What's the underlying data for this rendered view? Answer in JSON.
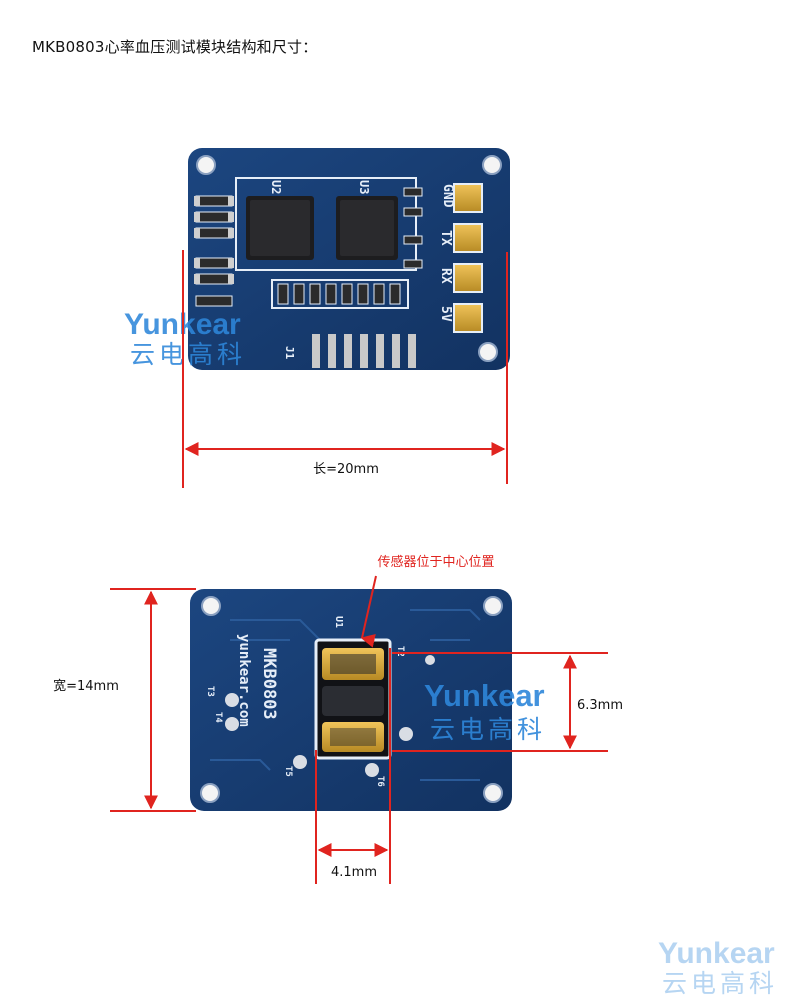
{
  "title": "MKB0803心率血压测试模块结构和尺寸：",
  "colors": {
    "dimension_red": "#e0241f",
    "pcb_blue": "#17386b",
    "silkscreen": "#e6eef8",
    "pad_gold": "#d7a63a",
    "watermark_blue": "#2d86d9"
  },
  "top_view": {
    "chip_labels": [
      "U2",
      "U3"
    ],
    "pin_labels": [
      "GND",
      "TX",
      "RX",
      "5V"
    ],
    "header_label": "J1",
    "length_label": "长=20mm"
  },
  "bottom_view": {
    "silk_text": [
      "MKB0803",
      "yunkear.com"
    ],
    "test_points": [
      "T3",
      "T4",
      "T5",
      "T6",
      "T2",
      "U1"
    ],
    "sensor_note": "传感器位于中心位置",
    "width_label": "宽=14mm",
    "sensor_height_label": "6.3mm",
    "sensor_width_label": "4.1mm"
  },
  "watermark": {
    "latin": "Yunkear",
    "cjk": "云电高科"
  }
}
